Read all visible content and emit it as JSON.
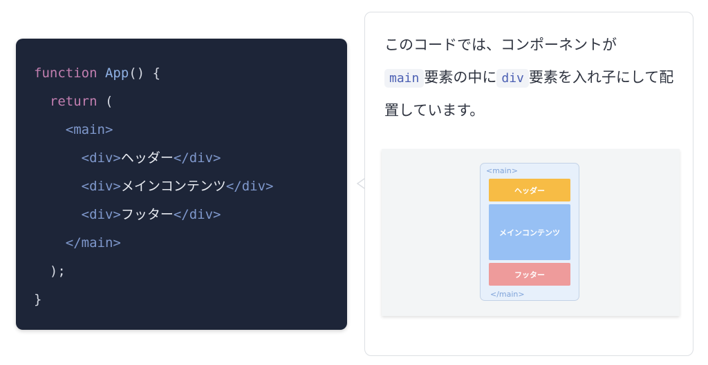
{
  "code": {
    "line1": {
      "kw": "function",
      "name": "App",
      "rest": "() {"
    },
    "line2": {
      "kw": "return",
      "rest": " ("
    },
    "line3": {
      "tag": "<main>"
    },
    "line4": {
      "open": "<div>",
      "text": "ヘッダー",
      "close": "</div>"
    },
    "line5": {
      "open": "<div>",
      "text": "メインコンテンツ",
      "close": "</div>"
    },
    "line6": {
      "open": "<div>",
      "text": "フッター",
      "close": "</div>"
    },
    "line7": {
      "tag": "</main>"
    },
    "line8": {
      "text": ");"
    },
    "line9": {
      "text": "}"
    }
  },
  "explanation": {
    "part1": "このコードでは、コンポーネントが",
    "code1": "main",
    "part2": "要素の中に",
    "code2": "div",
    "part3": "要素を入れ子にして配置しています。"
  },
  "diagram": {
    "main_open": "<main>",
    "main_close": "</main>",
    "header": "ヘッダー",
    "content": "メインコンテンツ",
    "footer": "フッター"
  },
  "colors": {
    "code_bg": "#1d2538",
    "header": "#f7bc45",
    "content": "#97c0f4",
    "footer": "#ee9b9b"
  }
}
